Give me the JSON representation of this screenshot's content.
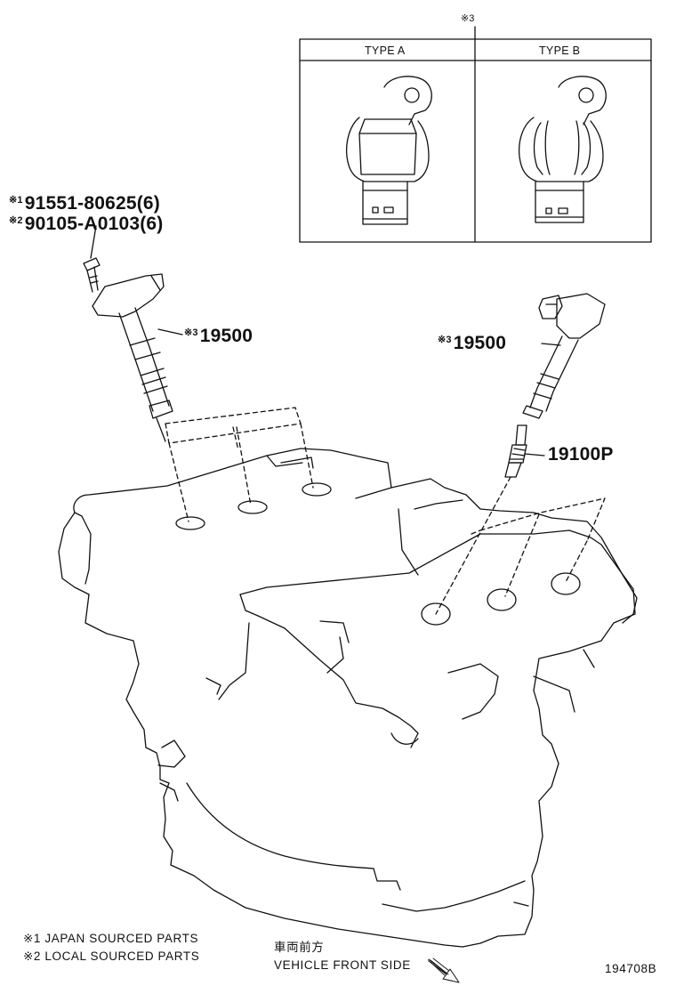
{
  "inset": {
    "ref_mark": "※3",
    "type_a": "TYPE A",
    "type_b": "TYPE B"
  },
  "callouts": {
    "bolt_1": {
      "mark": "※1",
      "part": "91551-80625(6)"
    },
    "bolt_2": {
      "mark": "※2",
      "part": "90105-A0103(6)"
    },
    "coil_left": {
      "mark": "※3",
      "part": "19500"
    },
    "coil_right": {
      "mark": "※3",
      "part": "19500"
    },
    "spark_plug": {
      "part": "19100P"
    }
  },
  "notes": {
    "note_1": "※1 JAPAN SOURCED PARTS",
    "note_2": "※2 LOCAL SOURCED PARTS"
  },
  "direction": {
    "japanese": "車両前方",
    "english": "VEHICLE FRONT SIDE"
  },
  "diagram_id": "194708B"
}
